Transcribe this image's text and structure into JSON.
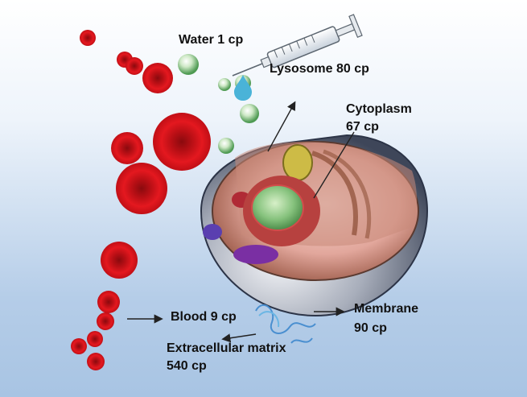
{
  "labels": {
    "water": "Water 1 cp",
    "lysosome": "Lysosome 80 cp",
    "cytoplasm_name": "Cytoplasm",
    "cytoplasm_value": "67 cp",
    "blood": "Blood 9 cp",
    "membrane_name": "Membrane",
    "membrane_value": "90 cp",
    "ecm_name": "Extracellular matrix",
    "ecm_value": "540 cp"
  },
  "colors": {
    "blood_cell": "#d8141c",
    "nucleus": "#7fbf7a",
    "membrane": "#3b4b6b",
    "water_drop": "#4ab3d8",
    "background_top": "#ffffff",
    "background_bottom": "#a8c4e3"
  }
}
